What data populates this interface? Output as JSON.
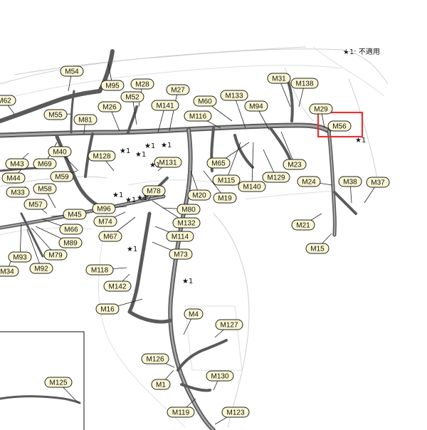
{
  "note": {
    "symbol": "★1:",
    "text": "不適用"
  },
  "star_label": "★1",
  "highlight": {
    "label": "M56",
    "color": "#e0136f",
    "frame_color": "#e53333"
  },
  "labels": [
    "M54",
    "M95",
    "M28",
    "M27",
    "M31",
    "M138",
    "M62",
    "M52",
    "M60",
    "M133",
    "M55",
    "M26",
    "M141",
    "M94",
    "M29",
    "M81",
    "M116",
    "M56",
    "M40",
    "M128",
    "M65",
    "M131",
    "M43",
    "M69",
    "M59",
    "M115",
    "M129",
    "M24",
    "M38",
    "M37",
    "M44",
    "M140",
    "M23",
    "M58",
    "M33",
    "M78",
    "M20",
    "M19",
    "M96",
    "M57",
    "M80",
    "M45",
    "M74",
    "M132",
    "M21",
    "M66",
    "M67",
    "M114",
    "M89",
    "M15",
    "M93",
    "M79",
    "M73",
    "M34",
    "M92",
    "M118",
    "M142",
    "M16",
    "M4",
    "M127",
    "M126",
    "M130",
    "M1",
    "M125",
    "M119",
    "M123"
  ]
}
